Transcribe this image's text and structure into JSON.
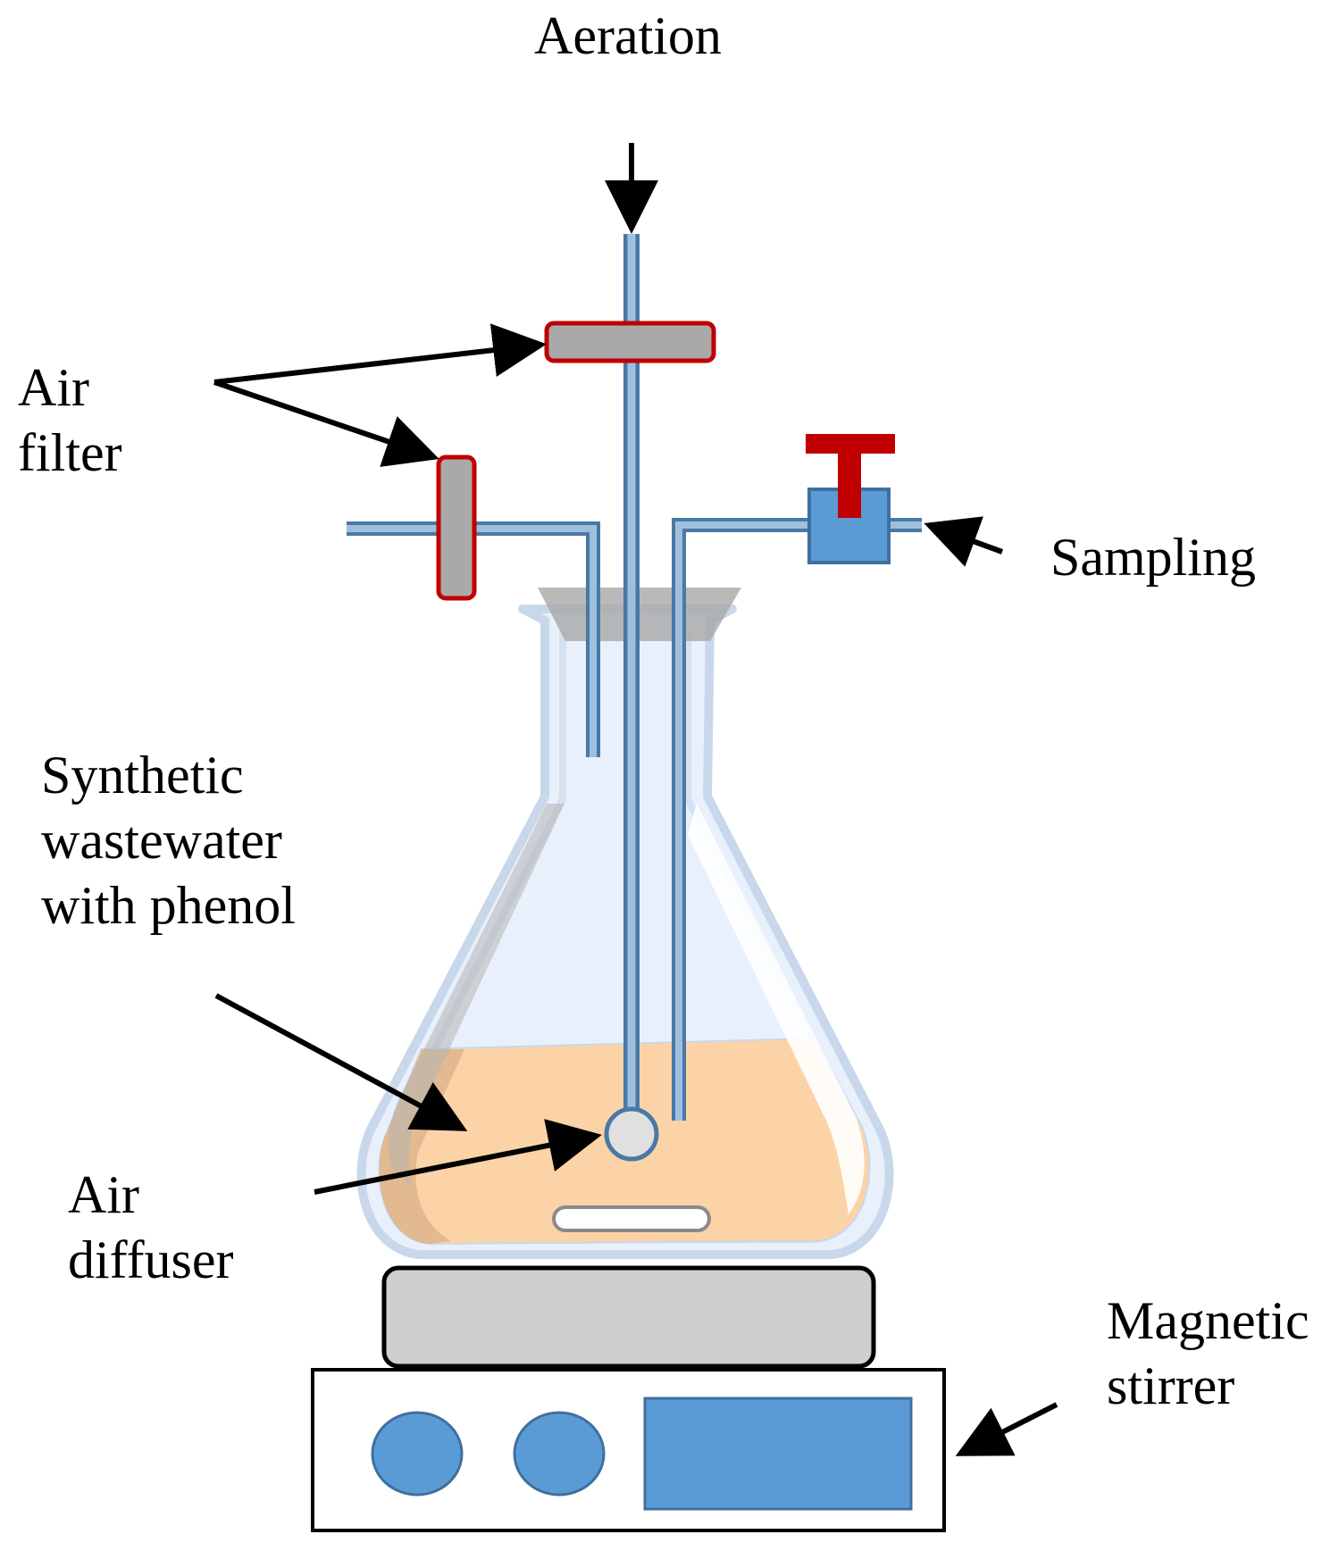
{
  "labels": {
    "aeration": "Aeration",
    "air_filter": [
      "Air",
      "filter"
    ],
    "sampling": "Sampling",
    "synthetic_wastewater": [
      "Synthetic",
      "wastewater",
      "with phenol"
    ],
    "air_diffuser": [
      "Air",
      "diffuser"
    ],
    "magnetic_stirrer": [
      "Magnetic",
      "stirrer"
    ]
  },
  "colors": {
    "tube": "#4a78a6",
    "tube_fill": "#9ec0de",
    "filter_fill": "#a9a9a9",
    "filter_border": "#c00000",
    "valve_fill": "#5b9bd5",
    "valve_handle": "#c00000",
    "liquid": "#fcd3a6",
    "glass": "#c8d8ea",
    "stirrer_plate": "#cfcfcf",
    "stirrer_knob": "#5b9bd5",
    "arrow": "#000000"
  },
  "icons": [
    "flask-icon",
    "air-filter-icon",
    "sampling-valve-icon",
    "air-diffuser-icon",
    "stir-bar-icon",
    "magnetic-stirrer-icon"
  ]
}
